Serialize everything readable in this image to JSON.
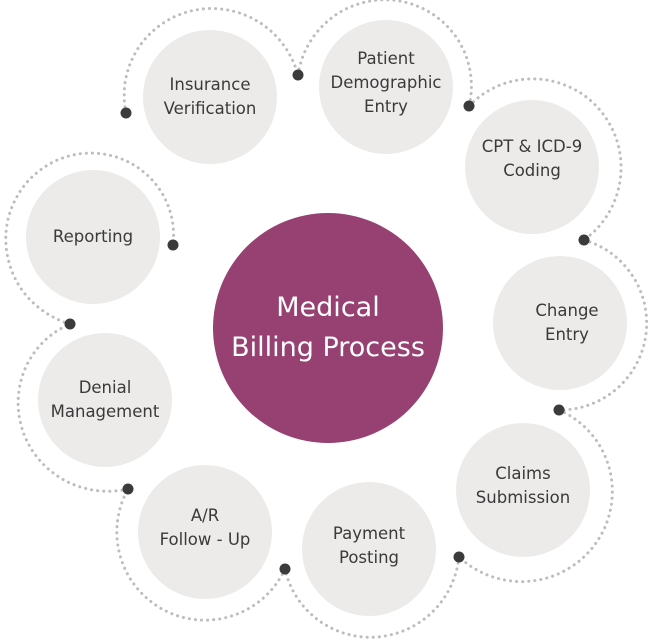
{
  "center": {
    "label": "Medical\nBilling Process"
  },
  "colors": {
    "center": "#964172",
    "step": "#ecebea",
    "dot": "#3b3b3b",
    "path": "#bdbdbd",
    "text": "#3a3a3a"
  },
  "steps": [
    {
      "label": "Insurance\nVerification"
    },
    {
      "label": "Patient\nDemographic\nEntry"
    },
    {
      "label": "CPT & ICD-9\nCoding"
    },
    {
      "label": "Change\nEntry"
    },
    {
      "label": "Claims\nSubmission"
    },
    {
      "label": "Payment\nPosting"
    },
    {
      "label": "A/R\nFollow - Up"
    },
    {
      "label": "Denial\nManagement"
    },
    {
      "label": "Reporting"
    }
  ]
}
